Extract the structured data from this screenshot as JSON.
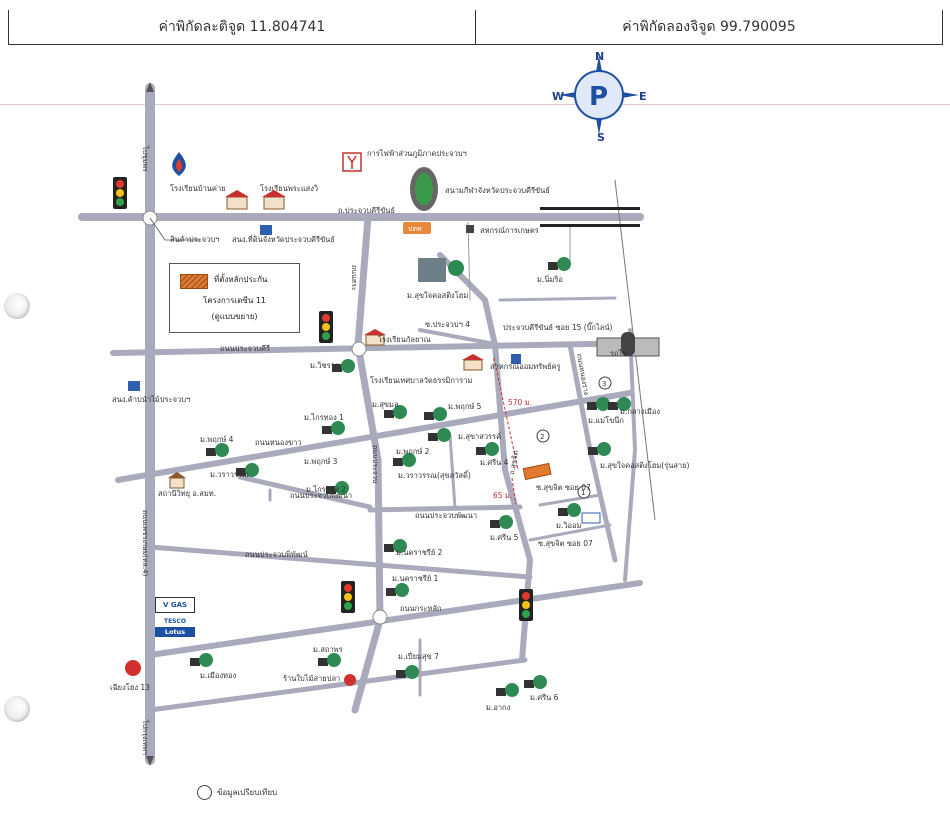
{
  "header": {
    "latitude_label": "ค่าพิกัดละติจูด 11.804741",
    "longitude_label": "ค่าพิกัดลองจิจูด 99.790095"
  },
  "compass": {
    "n": "N",
    "s": "S",
    "e": "E",
    "w": "W"
  },
  "legend": {
    "line1": "ที่ตั้งหลักประกัน",
    "line2": "โครงการเดซีน 11",
    "line3": "(ดูแบบขยาย)"
  },
  "footnote": "ข้อมูลเปรียบเทียบ",
  "brands": {
    "vgas": "V GAS",
    "tesco_top": "TESCO",
    "tesco_bottom": "Lotus"
  },
  "distances": {
    "d1": "570 ม.",
    "d2": "65 ม."
  },
  "markers": {
    "m1": "1",
    "m2": "2",
    "m3": "3"
  },
  "labels": {
    "road_west_top": "ไปชุมพร",
    "road_west_bottom": "ไปกรุงเทพฯ",
    "road_west_mid": "ถนนเพชรเกษม(ทล.4)",
    "school_village": "โรงเรียนบ้านค่าย",
    "school_prachaban": "โรงเรียนพระแสงวิ",
    "electricity": "การไฟฟ้าส่วนภูมิภาคประจวบฯ",
    "stadium": "สนามกีฬาจังหวัดประจวบคีรีขันธ์",
    "road_prachuap_kiri": "ถ.ประจวบคีรีขันธ์",
    "customs": "สินค้าประจวบฯ",
    "land_office": "สนง.ที่ดินจังหวัดประจวบคีรีขันธ์",
    "gas_station": "ปตท",
    "cooperative": "สหกรณ์การเกษตร",
    "condo_khwangchai": "ม.สุขใจคอสติงโฮม",
    "village_nim": "ม.นิ่มริอ",
    "soi_prachuap2": "ซ.ประจวบฯ 4",
    "prachuap_soi15": "ประจวบคีรีขันธ์ ซอย 15 (บิ๊กไลน์)",
    "road_prachuap": "ถนนประจวบคีรี",
    "school_suankul": "โรงเรียนกัลยาณ",
    "village_wisai": "ม.วิชรวย",
    "school_wat_thammikaram": "โรงเรียนเทศบาลวัดธรรมิการาม",
    "rukpanom": "สาหกรณ์ออมทรัพย์ครู",
    "railway": "รถไฟ",
    "land_office2": "สนง.ค้าบนำไม้ประจวบฯ",
    "village_yokmol": "ม.สุขมล",
    "village_pruksa": "ม.พฤกษ์ 5",
    "village_korthong1": "ม.ไกรทอง 1",
    "village_suankhwan": "ม.สุขาสวรรค์",
    "village_maenkrong": "ม.แม่โขนึก",
    "village_klangmueang": "ม.กลางเมือง",
    "village_pruksa4": "ม.พฤกษ์ 4",
    "village_pruksa3": "ม.พฤกษ์ 3",
    "village_pruksa2": "ม.พฤกษ์ 2",
    "village_sri": "ม.ศรีน 4",
    "road_nonglueng": "ถนนหนองขาว",
    "village_warawan": "ม.วราวรรณ",
    "village_warawan2": "ม.วราวรรณ(สุขสวัสดิ์)",
    "village_korthong2": "ม.ไกรทอง 2",
    "village_suksawat": "ม.สุขใจคอสติงโฮม(รุ่นสาย)",
    "police": "สถานีวิทยุ อ.สมท.",
    "road_prachuap_phatthana": "ถนนประจวบพัฒนา",
    "road_prachuap_phatthana2": "ถนนประจวบพัฒนา",
    "soi_sukrit7": "ซ.สุขจิต ซอย 07",
    "soi_sukrit7b": "ซ.สุขจิต ซอย 07",
    "village_viom": "ม.วิออม",
    "village_sri5": "ม.ศรีน 5",
    "road_prachuap_phiphat": "ถนนประจวบพิพัฒน์",
    "village_nakrachari2": "ม.นคราชรีย์ 2",
    "village_nakrachari1": "ม.นคราชรีย์ 1",
    "road_krachanglak": "ถนนกระหลัก",
    "village_samakhi": "ม.สถาพร",
    "shop": "ร้านใบไม้สายปลา",
    "village_mueangthong": "ม.เมืองทอง",
    "village_pianrak": "ม.เปี่ยมสุข 7",
    "village_akang": "ม.อากง",
    "village_sri6": "ม.ศรีน 6",
    "chain": "เฉียงโฮง 13",
    "road_north_south": "ถนนสุขจิต",
    "road_nongrang": "ถนนหนองราง",
    "road_sok_vertical": "ถนนสระ",
    "road_prachuap_vertical": "ถนนประจวบ",
    "road_sukrit": "ถ.สุขจิต"
  }
}
